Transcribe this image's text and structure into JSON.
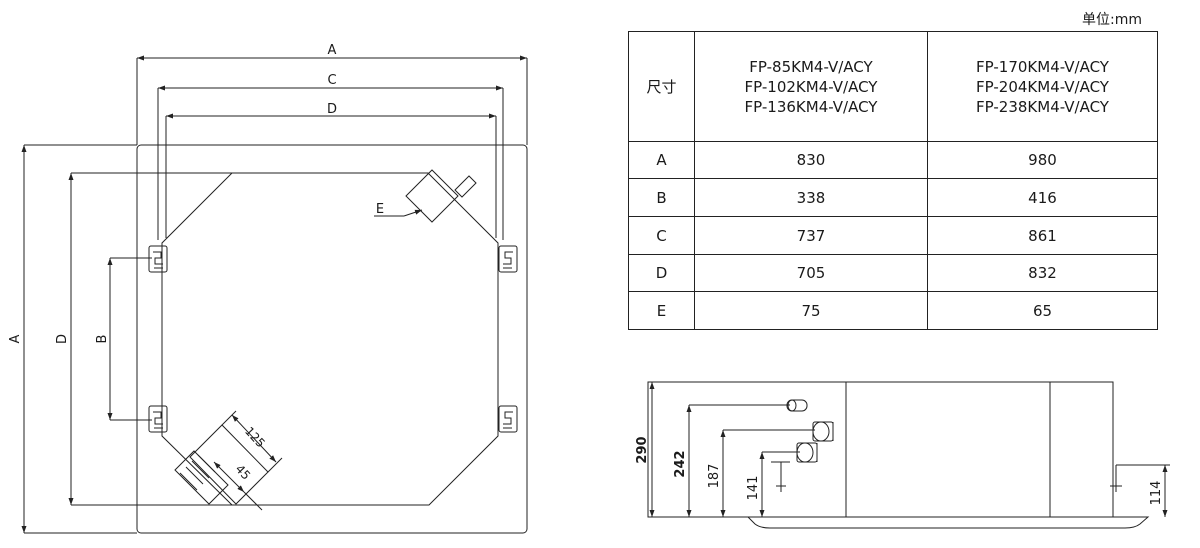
{
  "unit": "单位:mm",
  "table": {
    "header_label": "尺寸",
    "group1_models": "FP-85KM4-V/ACY\nFP-102KM4-V/ACY\nFP-136KM4-V/ACY",
    "group2_models": "FP-170KM4-V/ACY\nFP-204KM4-V/ACY\nFP-238KM4-V/ACY",
    "rows": [
      {
        "dim": "A",
        "g1": "830",
        "g2": "980"
      },
      {
        "dim": "B",
        "g1": "338",
        "g2": "416"
      },
      {
        "dim": "C",
        "g1": "737",
        "g2": "861"
      },
      {
        "dim": "D",
        "g1": "705",
        "g2": "832"
      },
      {
        "dim": "E",
        "g1": "75",
        "g2": "65"
      }
    ]
  },
  "plan_view": {
    "labels": {
      "a_top": "A",
      "c_top": "C",
      "d_top": "D",
      "a_left": "A",
      "d_left": "D",
      "b_left": "B",
      "e": "E",
      "dim_125": "125",
      "dim_45": "45"
    }
  },
  "side_view": {
    "labels": {
      "h290": "290",
      "h242": "242",
      "h187": "187",
      "h141": "141",
      "h114": "114"
    }
  }
}
